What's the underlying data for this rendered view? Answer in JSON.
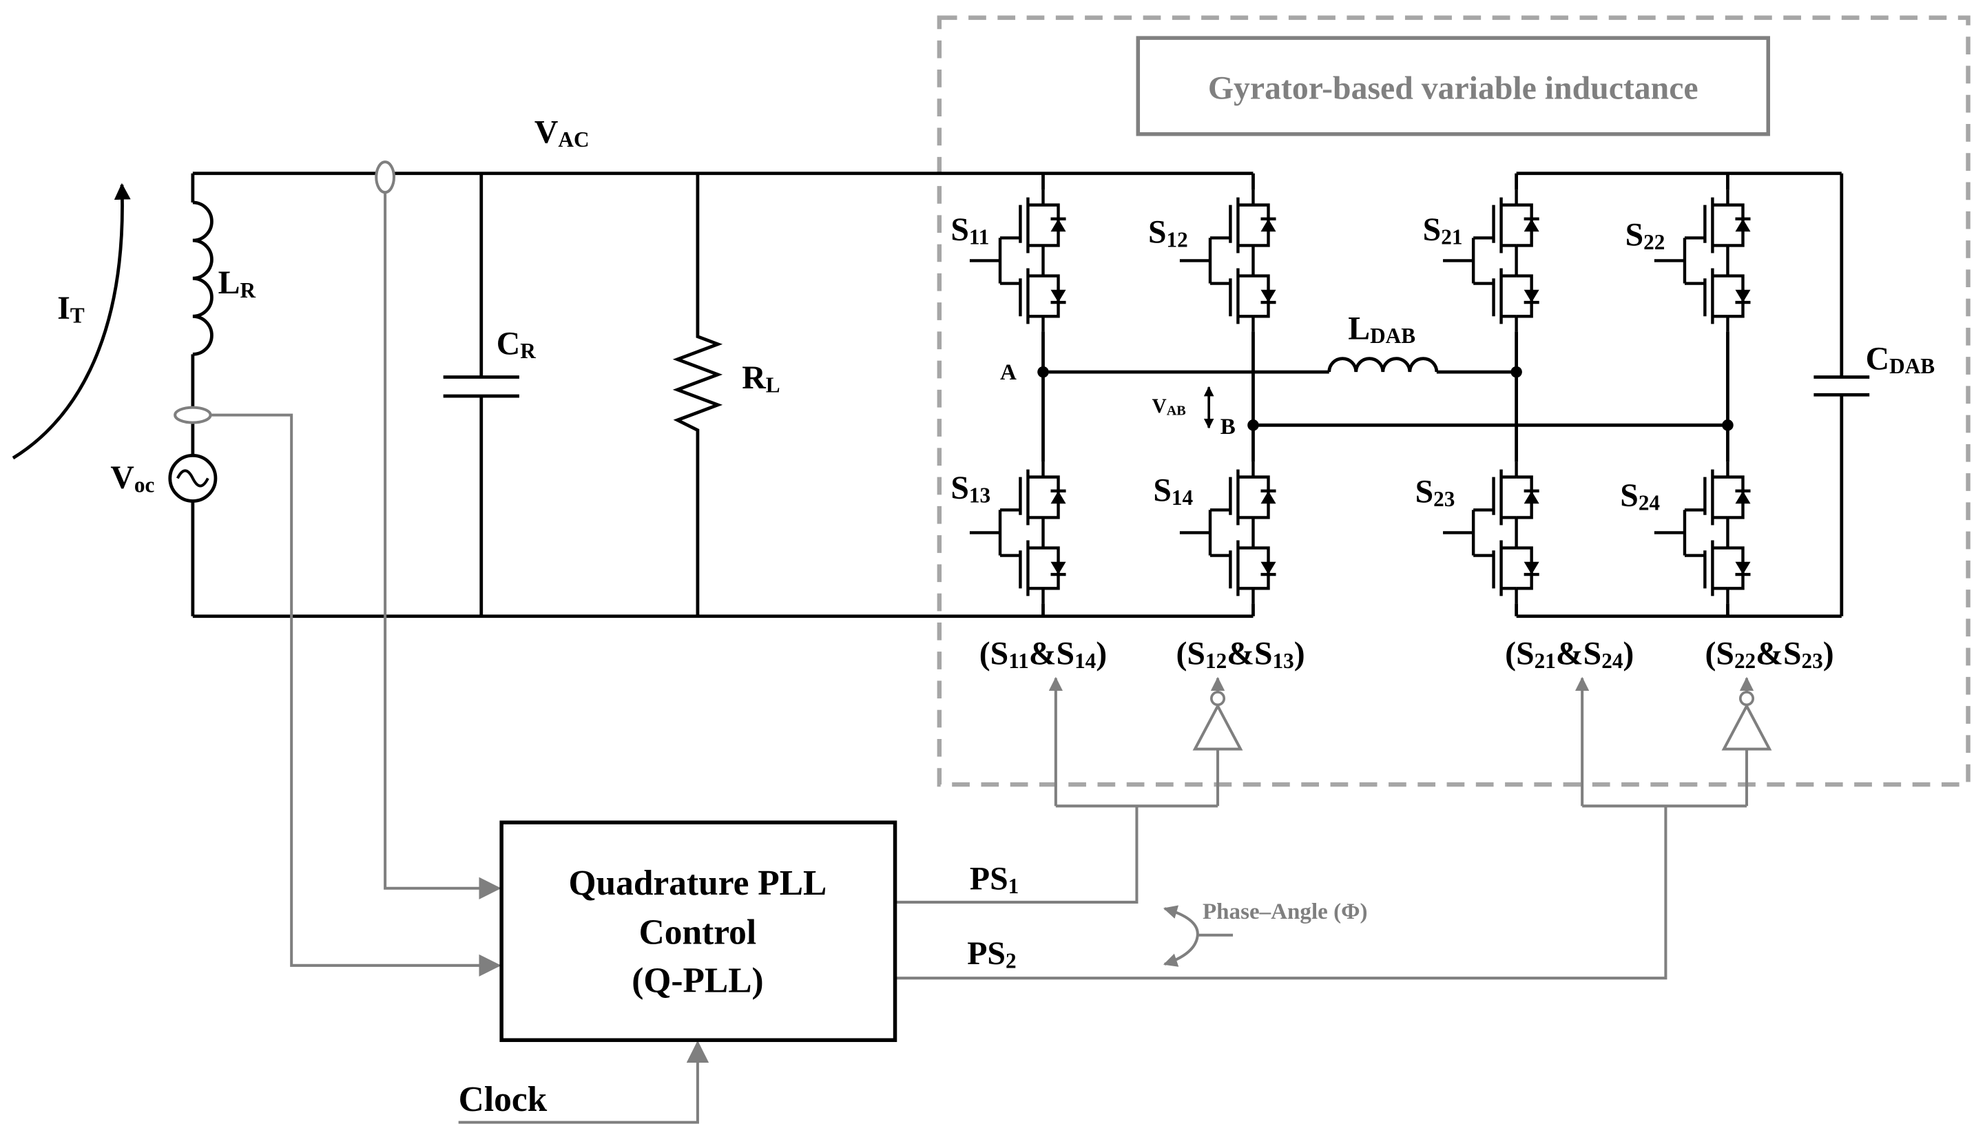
{
  "title_box": {
    "text": "Gyrator-based variable inductance"
  },
  "source_side": {
    "i_t": {
      "base": "I",
      "sub": "T"
    },
    "l_r": {
      "base": "L",
      "sub": "R"
    },
    "v_oc": {
      "base": "V",
      "sub": "oc"
    },
    "v_ac": {
      "base": "V",
      "sub": "AC"
    },
    "c_r": {
      "base": "C",
      "sub": "R"
    },
    "r_l": {
      "base": "R",
      "sub": "L"
    }
  },
  "bridge": {
    "switches": [
      {
        "base": "S",
        "sub": "11"
      },
      {
        "base": "S",
        "sub": "12"
      },
      {
        "base": "S",
        "sub": "13"
      },
      {
        "base": "S",
        "sub": "14"
      },
      {
        "base": "S",
        "sub": "21"
      },
      {
        "base": "S",
        "sub": "22"
      },
      {
        "base": "S",
        "sub": "23"
      },
      {
        "base": "S",
        "sub": "24"
      }
    ],
    "node_a": "A",
    "node_b": "B",
    "v_ab": {
      "base": "V",
      "sub": "AB"
    },
    "l_dab": {
      "base": "L",
      "sub": "DAB"
    },
    "c_dab": {
      "base": "C",
      "sub": "DAB"
    }
  },
  "gate_groups": [
    {
      "p1": "(S",
      "s1": "11",
      "p2": "&S",
      "s2": "14",
      "p3": ")"
    },
    {
      "p1": "(S",
      "s1": "12",
      "p2": "&S",
      "s2": "13",
      "p3": ")"
    },
    {
      "p1": "(S",
      "s1": "21",
      "p2": "&S",
      "s2": "24",
      "p3": ")"
    },
    {
      "p1": "(S",
      "s1": "22",
      "p2": "&S",
      "s2": "23",
      "p3": ")"
    }
  ],
  "controller": {
    "line1": "Quadrature PLL",
    "line2": "Control",
    "line3": "(Q-PLL)"
  },
  "signals": {
    "ps1": {
      "base": "PS",
      "sub": "1"
    },
    "ps2": {
      "base": "PS",
      "sub": "2"
    },
    "phase_angle": "Phase–Angle (Φ)",
    "clock": "Clock"
  },
  "colors": {
    "wire": "#000000",
    "control_wire": "#7f7f7f",
    "dashed_boundary": "#a6a6a6",
    "title_box": "#808080"
  }
}
